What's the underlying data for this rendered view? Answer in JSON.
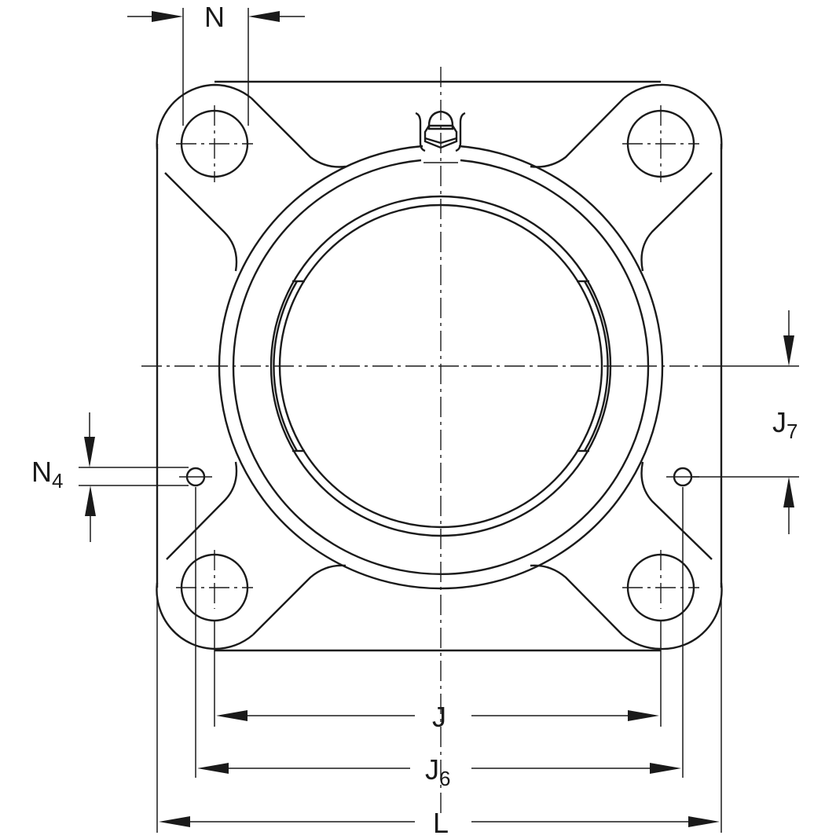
{
  "drawing": {
    "title": "Square flange bearing unit - front view",
    "line_color": "#1a1a1a",
    "background": "#ffffff"
  },
  "dimensions": {
    "N": {
      "main": "N",
      "sub": ""
    },
    "N4": {
      "main": "N",
      "sub": "4"
    },
    "J7": {
      "main": "J",
      "sub": "7"
    },
    "J": {
      "main": "J",
      "sub": ""
    },
    "J6": {
      "main": "J",
      "sub": "6"
    },
    "L": {
      "main": "L",
      "sub": ""
    }
  },
  "features": [
    "bolt-hole-top-left",
    "bolt-hole-top-right",
    "bolt-hole-bottom-left",
    "bolt-hole-bottom-right",
    "grease-nipple",
    "bearing-bore",
    "pin-hole-left",
    "pin-hole-right"
  ]
}
